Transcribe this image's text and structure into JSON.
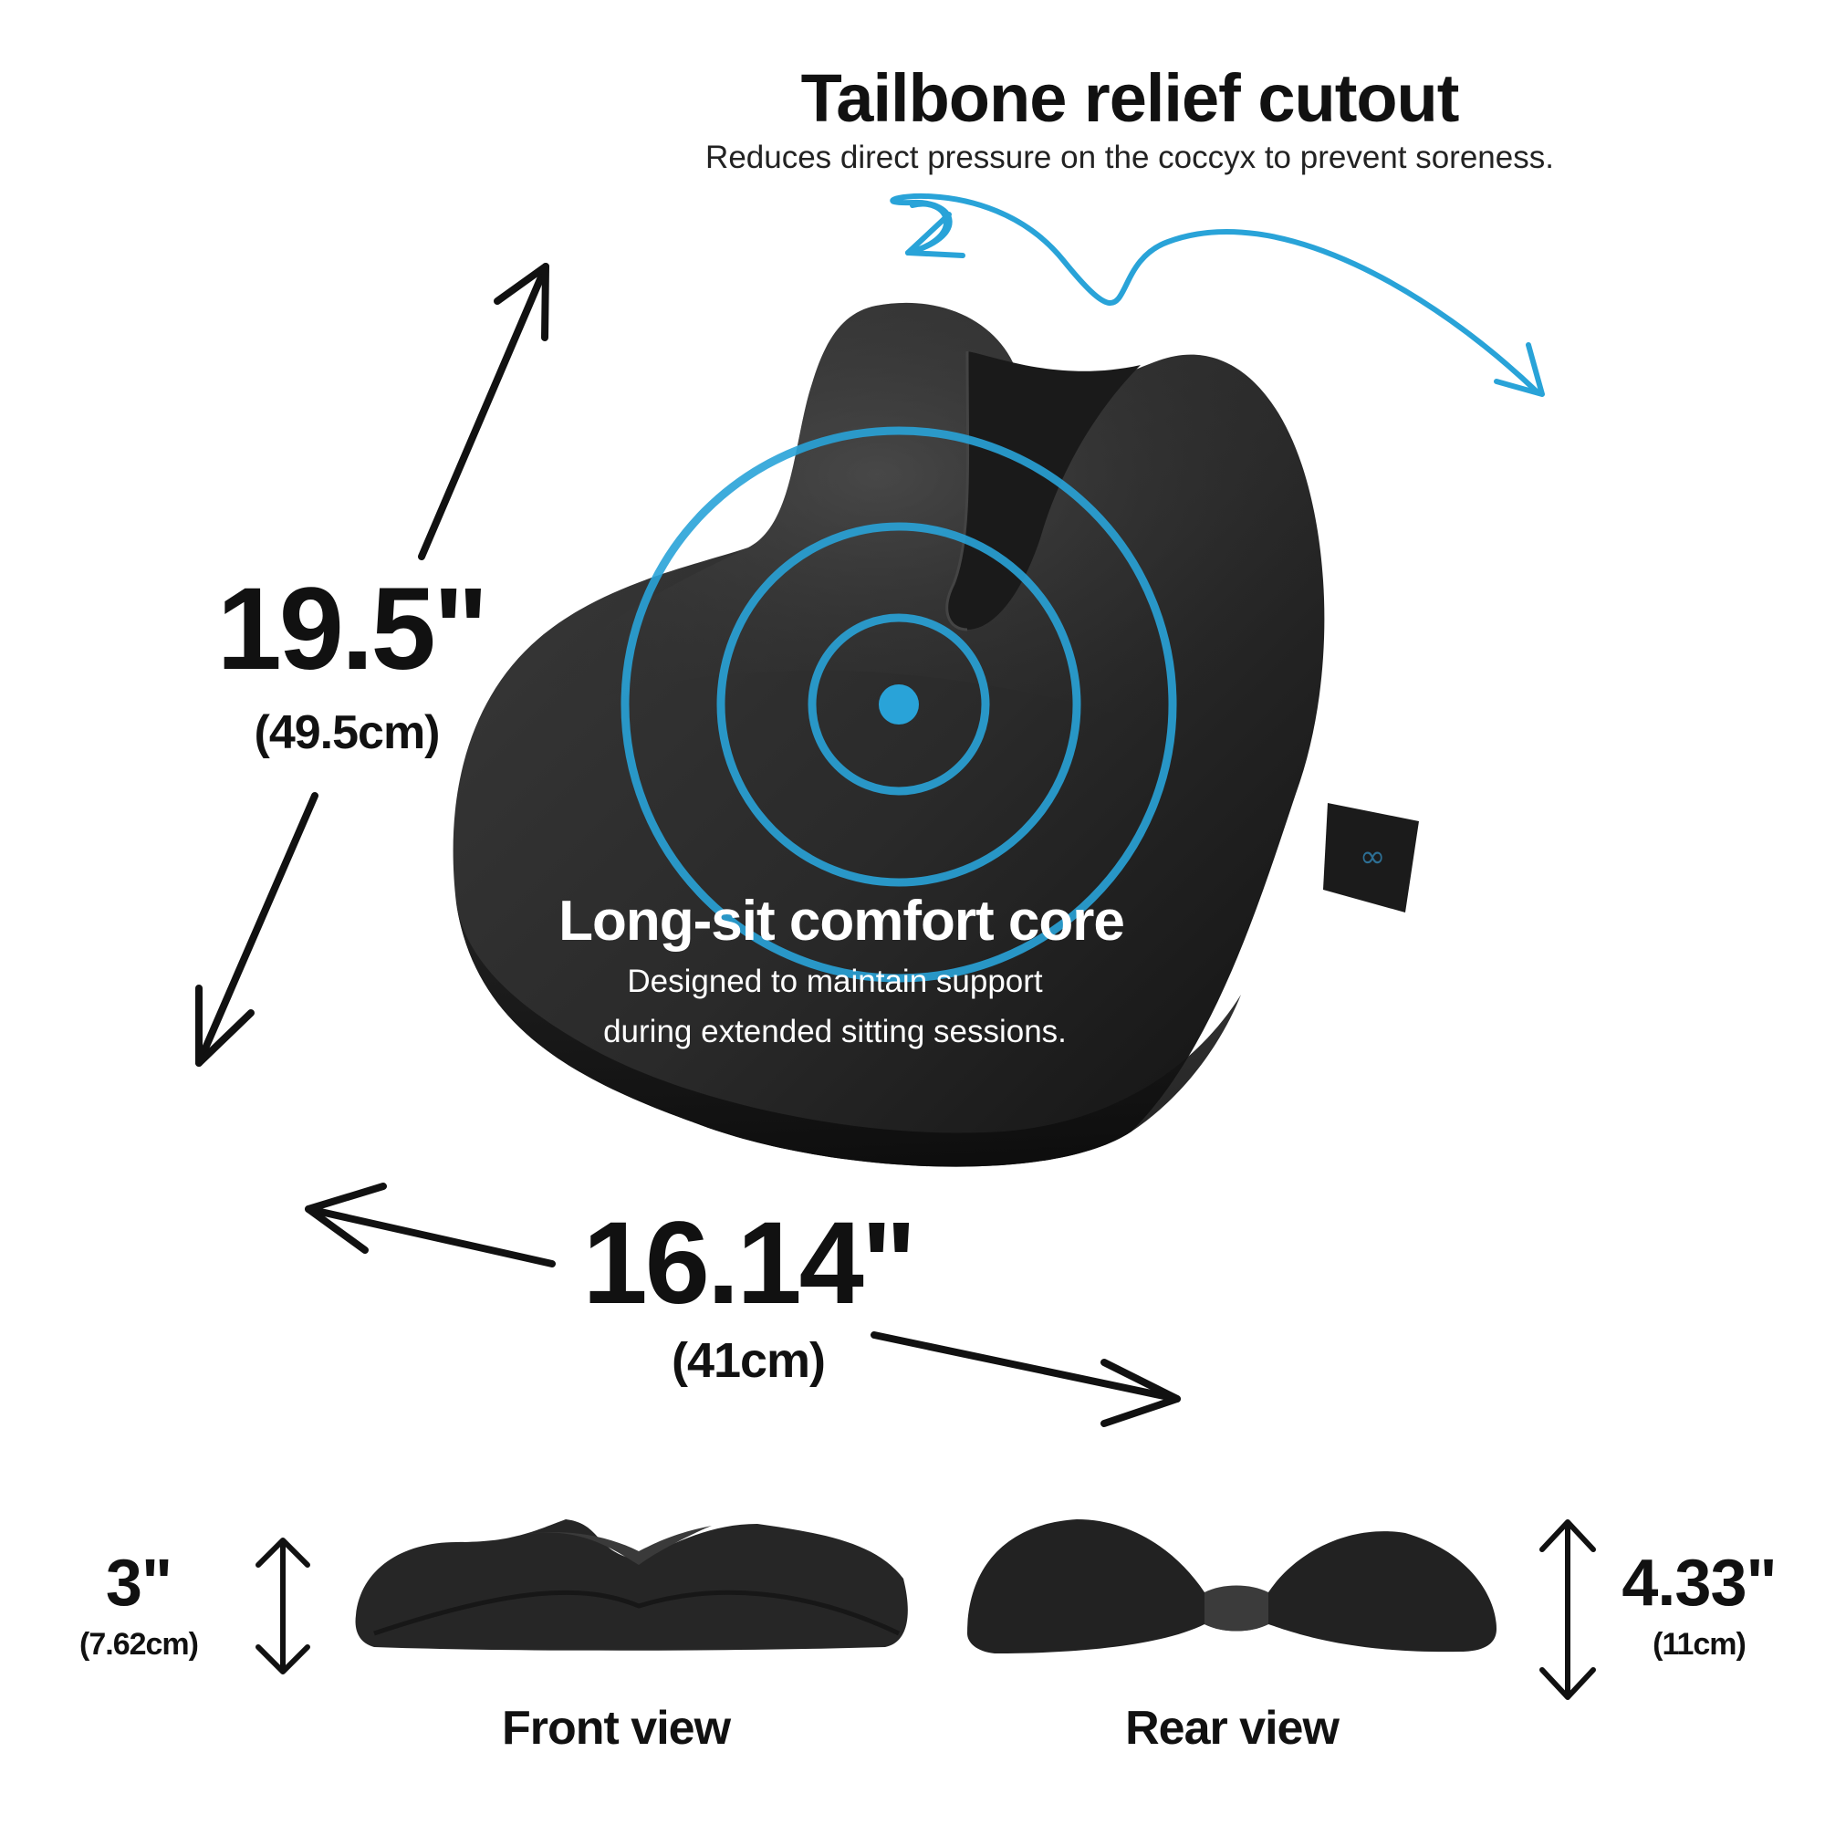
{
  "colors": {
    "background": "#ffffff",
    "cushion": "#2b2b2b",
    "accent_blue": "#29a3d8",
    "text": "#111111"
  },
  "tailbone": {
    "title": "Tailbone relief cutout",
    "subtitle": "Reduces direct pressure on the coccyx to prevent soreness."
  },
  "comfort_core": {
    "title": "Long-sit comfort core",
    "line1": "Designed to maintain support",
    "line2": "during extended sitting sessions."
  },
  "dimensions": {
    "length_in": "19.5\"",
    "length_cm": "(49.5cm)",
    "width_in": "16.14\"",
    "width_cm": "(41cm)",
    "front_height_in": "3\"",
    "front_height_cm": "(7.62cm)",
    "rear_height_in": "4.33\"",
    "rear_height_cm": "(11cm)"
  },
  "views": {
    "front": "Front view",
    "rear": "Rear view"
  },
  "icons": {
    "arrows": "double-headed-arrow-icon",
    "curve": "curved-blue-arrow-icon",
    "target": "concentric-rings-icon"
  }
}
